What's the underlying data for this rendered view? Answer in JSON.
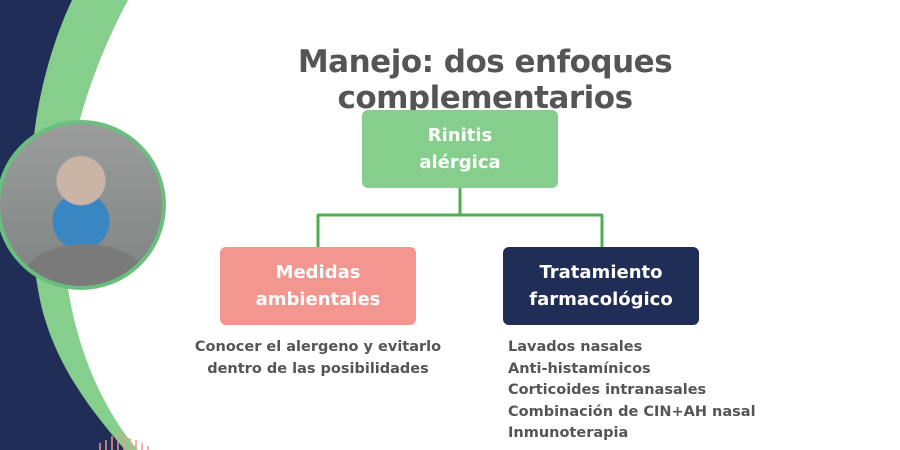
{
  "title": "Manejo: dos enfoques complementarios",
  "colors": {
    "navy": "#1F2D57",
    "green": "#86CE8B",
    "pink": "#F2968F",
    "connector": "#4CB050",
    "text": "#555555"
  },
  "diagram": {
    "root": {
      "label_line1": "Rinitis",
      "label_line2": "alérgica"
    },
    "branches": [
      {
        "label_line1": "Medidas",
        "label_line2": "ambientales",
        "description": [
          "Conocer el alergeno y evitarlo",
          "dentro de las posibilidades"
        ]
      },
      {
        "label_line1": "Tratamiento",
        "label_line2": "farmacológico",
        "items": [
          "Lavados nasales",
          "Anti-histamínicos",
          "Corticoides intranasales",
          "Combinación de CIN+AH nasal",
          "Inmunoterapia"
        ]
      }
    ]
  }
}
